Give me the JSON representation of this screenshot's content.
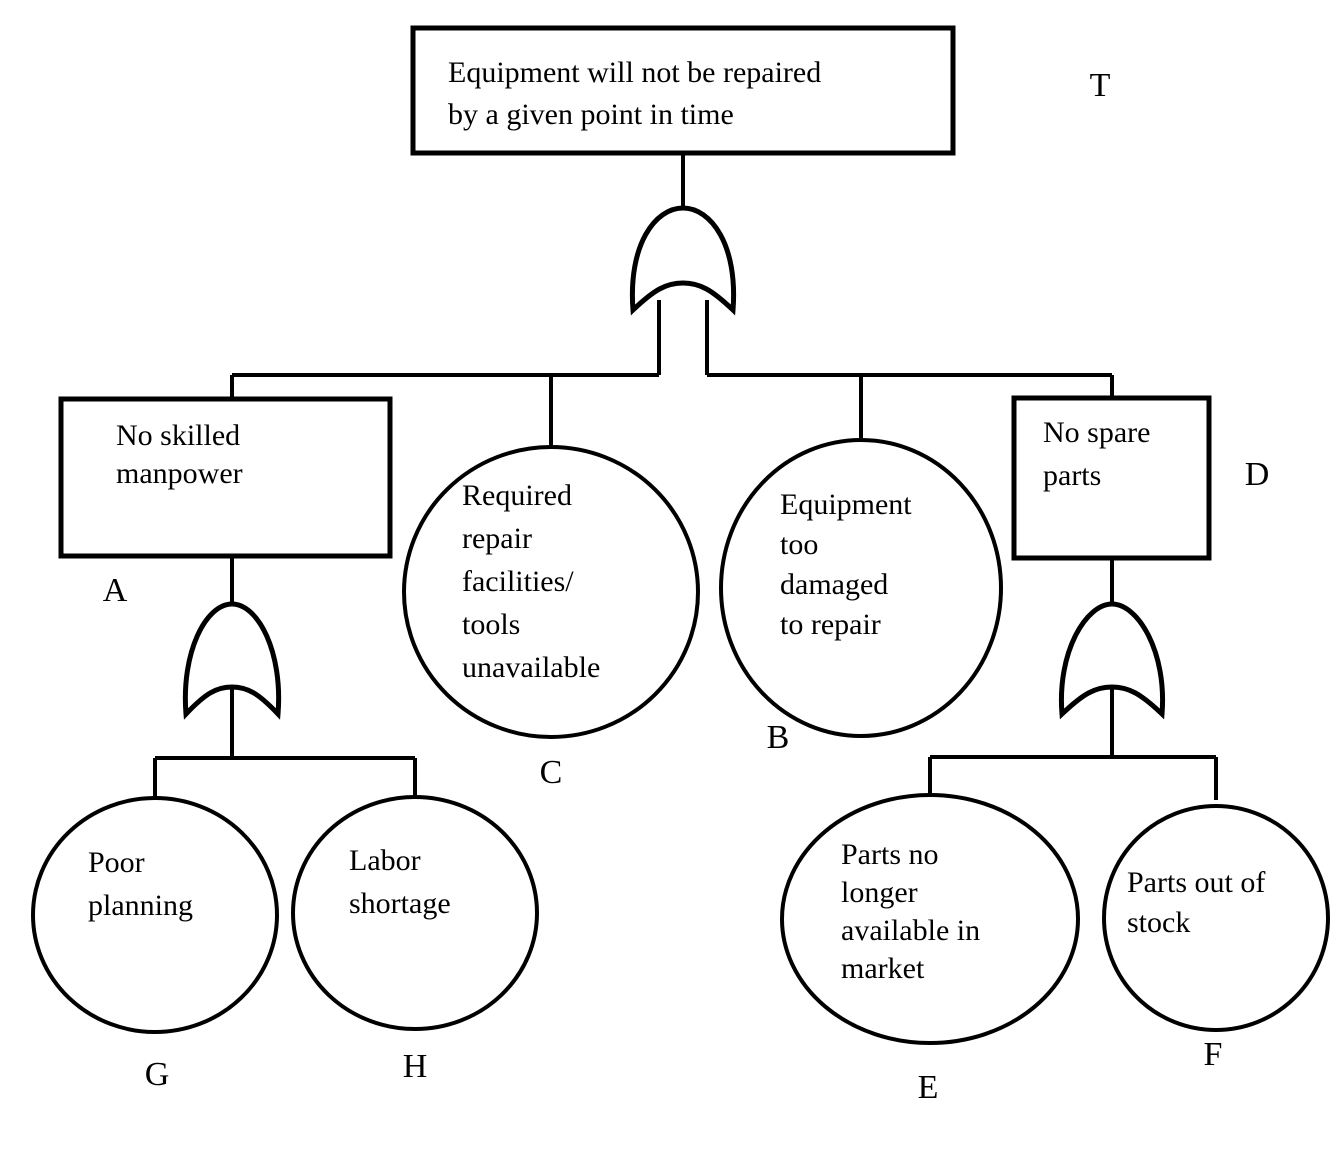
{
  "diagram": {
    "type": "fault-tree",
    "title_node": {
      "id": "T",
      "shape": "rectangle",
      "tag": "T",
      "lines": [
        "Equipment will not be repaired",
        "by a given point in time"
      ]
    },
    "gates": [
      {
        "id": "gate-top",
        "type": "OR",
        "input_from": "T",
        "outputs": [
          "A",
          "C",
          "B",
          "D"
        ]
      },
      {
        "id": "gate-a",
        "type": "OR",
        "input_from": "A",
        "outputs": [
          "G",
          "H"
        ]
      },
      {
        "id": "gate-d",
        "type": "OR",
        "input_from": "D",
        "outputs": [
          "E",
          "F"
        ]
      }
    ],
    "nodes": [
      {
        "id": "A",
        "shape": "rectangle",
        "tag": "A",
        "lines": [
          "No skilled",
          "manpower"
        ]
      },
      {
        "id": "C",
        "shape": "circle",
        "tag": "C",
        "lines": [
          "Required",
          "repair",
          "facilities/",
          "tools",
          "unavailable"
        ]
      },
      {
        "id": "B",
        "shape": "circle",
        "tag": "B",
        "lines": [
          "Equipment",
          "too",
          "damaged",
          "to repair"
        ]
      },
      {
        "id": "D",
        "shape": "rectangle",
        "tag": "D",
        "lines": [
          "No spare",
          "parts"
        ]
      },
      {
        "id": "G",
        "shape": "circle",
        "tag": "G",
        "lines": [
          "Poor",
          "planning"
        ]
      },
      {
        "id": "H",
        "shape": "circle",
        "tag": "H",
        "lines": [
          "Labor",
          "shortage"
        ]
      },
      {
        "id": "E",
        "shape": "circle",
        "tag": "E",
        "lines": [
          "Parts no",
          "longer",
          "available in",
          "market"
        ]
      },
      {
        "id": "F",
        "shape": "circle",
        "tag": "F",
        "lines": [
          "Parts out of",
          "stock"
        ]
      }
    ],
    "colors": {
      "stroke": "#000000",
      "fill": "#ffffff",
      "background": "#ffffff"
    }
  }
}
